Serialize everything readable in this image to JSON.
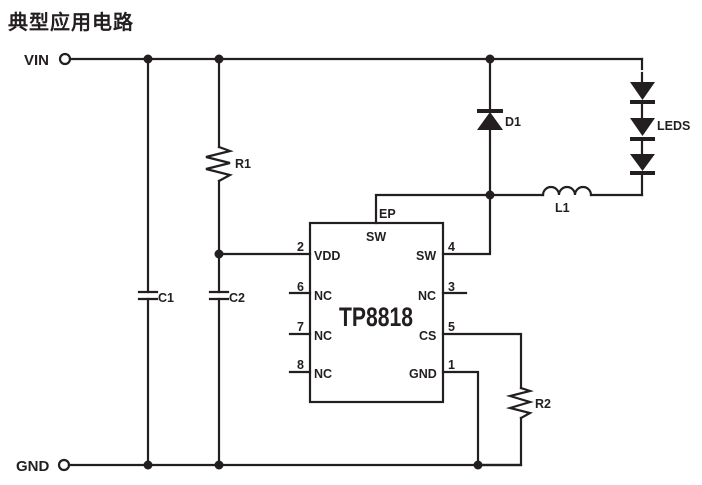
{
  "title": "典型应用电路",
  "terminals": {
    "vin": "VIN",
    "gnd": "GND"
  },
  "components": {
    "c1": "C1",
    "c2": "C2",
    "r1": "R1",
    "r2": "R2",
    "d1": "D1",
    "l1": "L1",
    "leds": "LEDS"
  },
  "chip": {
    "name": "TP8818",
    "ep_label": "EP",
    "ep_pin": "SW",
    "pins_left": [
      {
        "num": "2",
        "name": "VDD"
      },
      {
        "num": "6",
        "name": "NC"
      },
      {
        "num": "7",
        "name": "NC"
      },
      {
        "num": "8",
        "name": "NC"
      }
    ],
    "pins_right": [
      {
        "num": "4",
        "name": "SW"
      },
      {
        "num": "3",
        "name": "NC"
      },
      {
        "num": "5",
        "name": "CS"
      },
      {
        "num": "1",
        "name": "GND"
      }
    ]
  }
}
